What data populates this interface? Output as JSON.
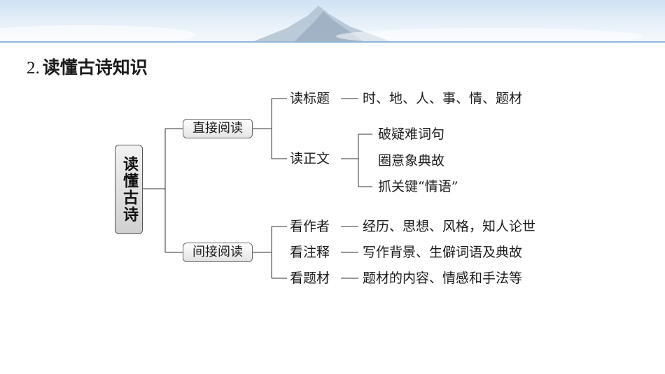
{
  "heading": {
    "number": "2.",
    "title": "读懂古诗知识"
  },
  "root": "读懂古诗",
  "branches": {
    "direct": {
      "label": "直接阅读",
      "title_item": {
        "label": "读标题",
        "detail": "时、地、人、事、情、题材"
      },
      "text_item": {
        "label": "读正文",
        "subs": [
          "破疑难词句",
          "圈意象典故",
          "抓关键“情语”"
        ]
      }
    },
    "indirect": {
      "label": "间接阅读",
      "items": [
        {
          "label": "看作者",
          "detail": "经历、思想、风格，知人论世"
        },
        {
          "label": "看注释",
          "detail": "写作背景、生僻词语及典故"
        },
        {
          "label": "看题材",
          "detail": "题材的内容、情感和手法等"
        }
      ]
    }
  },
  "colors": {
    "banner": "#cfe2f3",
    "accent_line": "#8fb6dc"
  }
}
